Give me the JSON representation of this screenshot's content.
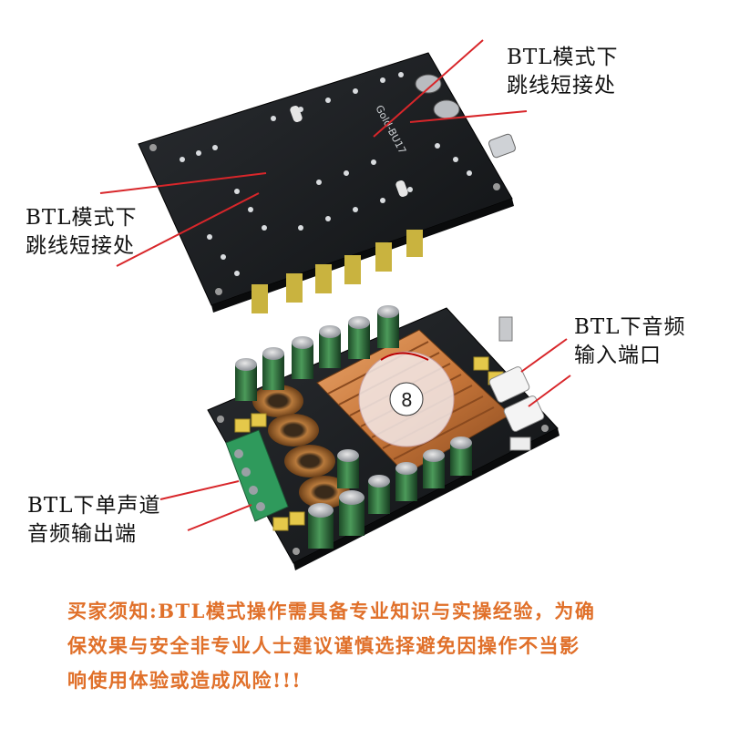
{
  "labels": {
    "jumper_top": [
      "BTL模式下",
      "跳线短接处"
    ],
    "jumper_left": [
      "BTL模式下",
      "跳线短接处"
    ],
    "input_port": [
      "BTL下音频",
      "输入端口"
    ],
    "output_port": [
      "BTL下单声道",
      "音频输出端"
    ]
  },
  "board": {
    "silkscreen": "Gold-BU17"
  },
  "notice": {
    "lines": [
      "买家须知:BTL模式操作需具备专业知识与实操经验，为确",
      "保效果与安全非专业人士建议谨慎选择避免因操作不当影",
      "响使用体验或造成风险!!!"
    ]
  },
  "colors": {
    "pcb": "#17191c",
    "capacitor": "#2f6e3a",
    "capacitor_band": "#c9b33f",
    "heatsink": "#c8773a",
    "terminal": "#2f9a5c",
    "pointer": "#d8262a",
    "notice": "#e0702a"
  }
}
